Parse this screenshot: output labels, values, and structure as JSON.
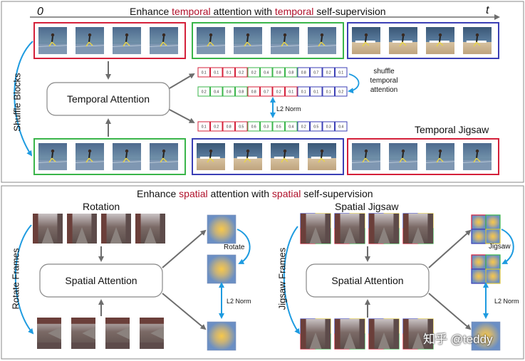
{
  "top": {
    "axis_start": "0",
    "axis_end": "t",
    "title_parts": [
      "Enhance ",
      "temporal",
      " attention with ",
      "temporal",
      " self-supervision"
    ],
    "shuffle_label": "Shuffle Blocks",
    "attention_label": "Temporal Attention",
    "shuffle_note": [
      "shuffle",
      "temporal",
      "attention"
    ],
    "norm_label": "L2 Norm",
    "jigsaw_label": "Temporal Jigsaw",
    "row1_values": [
      "0.1",
      "0.1",
      "0.1",
      "0.2",
      "0.2",
      "0.4",
      "0.8",
      "0.8",
      "0.8",
      "0.7",
      "0.2",
      "0.1"
    ],
    "row2_values": [
      "0.2",
      "0.4",
      "0.8",
      "0.8",
      "0.8",
      "0.7",
      "0.2",
      "0.1",
      "0.1",
      "0.1",
      "0.1",
      "0.2"
    ],
    "row3_values": [
      "0.1",
      "0.2",
      "0.8",
      "0.5",
      "0.6",
      "0.3",
      "0.5",
      "0.4",
      "0.2",
      "0.5",
      "0.3",
      "0.4"
    ],
    "row_colors": [
      "#d4203a",
      "#d4203a",
      "#d4203a",
      "#d4203a",
      "#3ab54a",
      "#3ab54a",
      "#3ab54a",
      "#3ab54a",
      "#3b3fb5",
      "#3b3fb5",
      "#3b3fb5",
      "#3b3fb5"
    ],
    "row2_colors": [
      "#3ab54a",
      "#3ab54a",
      "#3ab54a",
      "#3ab54a",
      "#d4203a",
      "#d4203a",
      "#d4203a",
      "#d4203a",
      "#3b3fb5",
      "#3b3fb5",
      "#3b3fb5",
      "#3b3fb5"
    ]
  },
  "bottom": {
    "title_parts": [
      "Enhance ",
      "spatial",
      " attention with ",
      "spatial",
      " self-supervision"
    ],
    "rotation_label": "Rotation",
    "rotate_frames_label": "Rotate Frames",
    "spatial_attention_label": "Spatial Attention",
    "rotate_label": "Rotate",
    "norm_label_left": "L2 Norm",
    "spatial_jigsaw_label": "Spatial Jigsaw",
    "jigsaw_frames_label": "Jigsaw Frames",
    "spatial_attention_label_right": "Spatial Attention",
    "jigsaw_label": "Jigsaw",
    "norm_label_right": "L2 Norm",
    "watermark": "知乎 @teddy"
  },
  "colors": {
    "red": "#d4203a",
    "green": "#3ab54a",
    "blue": "#3b3fb5",
    "arrow_blue": "#1e9be0",
    "arrow_gray": "#6d6d6d",
    "highlight": "#b0102a"
  }
}
